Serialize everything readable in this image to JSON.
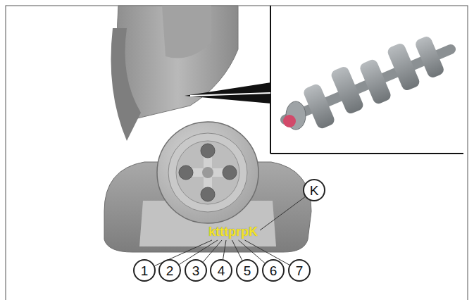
{
  "diagram": {
    "nodes": [
      {
        "text": [
          "K"
        ]
      },
      {
        "text": [
          "1"
        ]
      },
      {
        "text": [
          "2"
        ]
      },
      {
        "text": [
          "3"
        ]
      },
      {
        "text": [
          "4"
        ]
      },
      {
        "text": [
          "5"
        ]
      },
      {
        "text": [
          "6"
        ]
      },
      {
        "text": [
          "7"
        ]
      }
    ],
    "labels": [
      "ktttprpK"
    ]
  }
}
